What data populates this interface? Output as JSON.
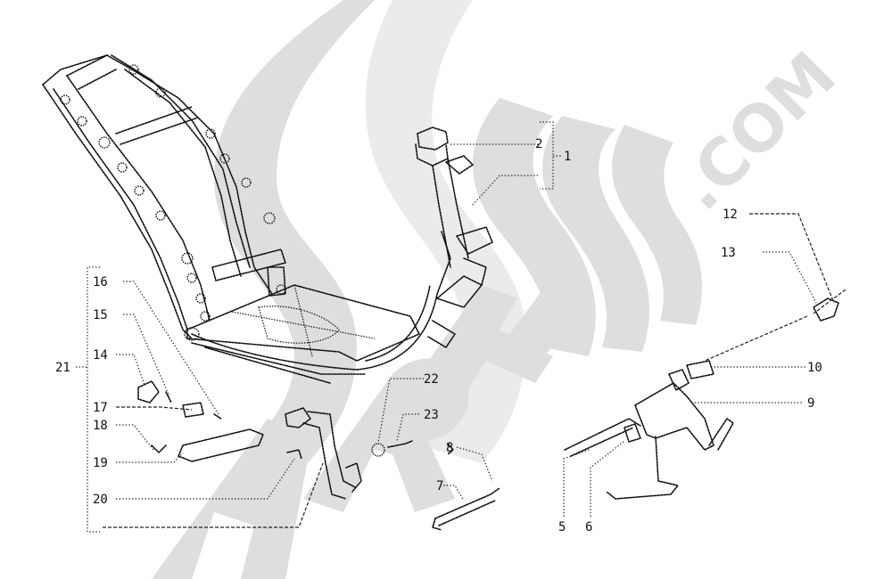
{
  "diagram": {
    "type": "exploded parts diagram",
    "subject": "scooter frame / chassis with stands and footrests",
    "watermark": {
      "text_main": "PARTSSS",
      "text_suffix": ".COM",
      "color": "#dedede"
    },
    "line_color": "#111111",
    "background": "#ffffff"
  },
  "labels": {
    "p1": "1",
    "p2": "2",
    "p5": "5",
    "p6": "6",
    "p7": "7",
    "p8": "8",
    "p9": "9",
    "p10": "10",
    "p12": "12",
    "p13": "13",
    "p14": "14",
    "p15": "15",
    "p16": "16",
    "p17": "17",
    "p18": "18",
    "p19": "19",
    "p20": "20",
    "p21": "21",
    "p22": "22",
    "p23": "23"
  },
  "watermark_text": {
    "main": "PARTSSS",
    "suffix": ".COM"
  }
}
